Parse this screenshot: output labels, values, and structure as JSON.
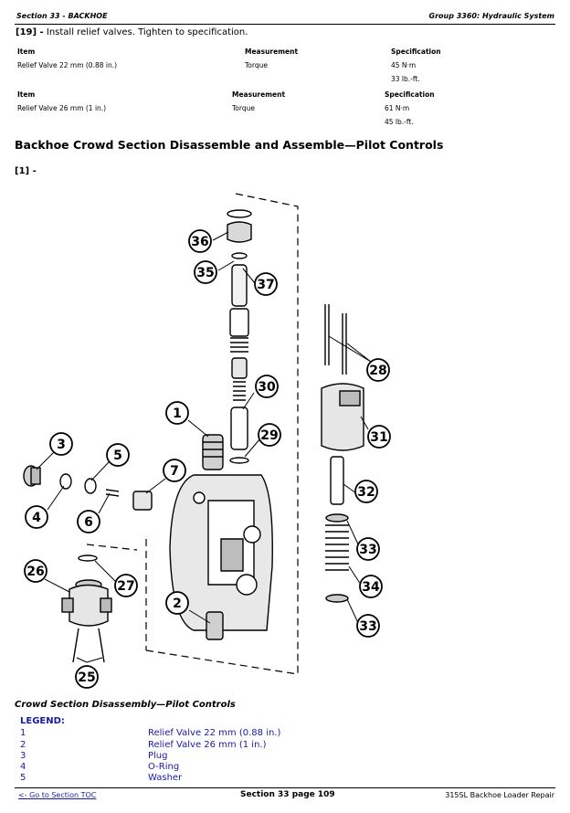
{
  "header": {
    "section": "Section 33 - BACKHOE",
    "group": "Group 3360: Hydraulic System"
  },
  "step": {
    "number": "[19] -",
    "text": "Install relief valves. Tighten to specification."
  },
  "spec_tables": [
    {
      "headers": [
        "Item",
        "Measurement",
        "Specification"
      ],
      "item": "Relief Valve 22 mm (0.88 in.)",
      "measurement": "Torque",
      "spec_metric": "45 N·m",
      "spec_imperial": "33 lb.-ft."
    },
    {
      "headers": [
        "Item",
        "Measurement",
        "Specification"
      ],
      "item": "Relief Valve 26 mm (1 in.)",
      "measurement": "Torque",
      "spec_metric": "61 N·m",
      "spec_imperial": "45 lb.-ft."
    }
  ],
  "section_title": "Backhoe Crowd Section Disassemble and Assemble—Pilot Controls",
  "figure_number": "[1] -",
  "figure": {
    "callouts": [
      "1",
      "2",
      "3",
      "4",
      "5",
      "6",
      "7",
      "25",
      "26",
      "27",
      "28",
      "29",
      "30",
      "31",
      "32",
      "33",
      "33",
      "34",
      "35",
      "36",
      "37"
    ]
  },
  "caption": "Crowd Section Disassembly—Pilot Controls",
  "legend": {
    "title": "LEGEND:",
    "items": [
      {
        "num": "1",
        "label": "Relief Valve 22 mm (0.88 in.)"
      },
      {
        "num": "2",
        "label": "Relief Valve 26 mm (1 in.)"
      },
      {
        "num": "3",
        "label": "Plug"
      },
      {
        "num": "4",
        "label": "O-Ring"
      },
      {
        "num": "5",
        "label": "Washer"
      }
    ]
  },
  "footer": {
    "toc_link": "<- Go to Section TOC",
    "page": "Section 33 page 109",
    "manual": "315SL Backhoe Loader Repair"
  }
}
